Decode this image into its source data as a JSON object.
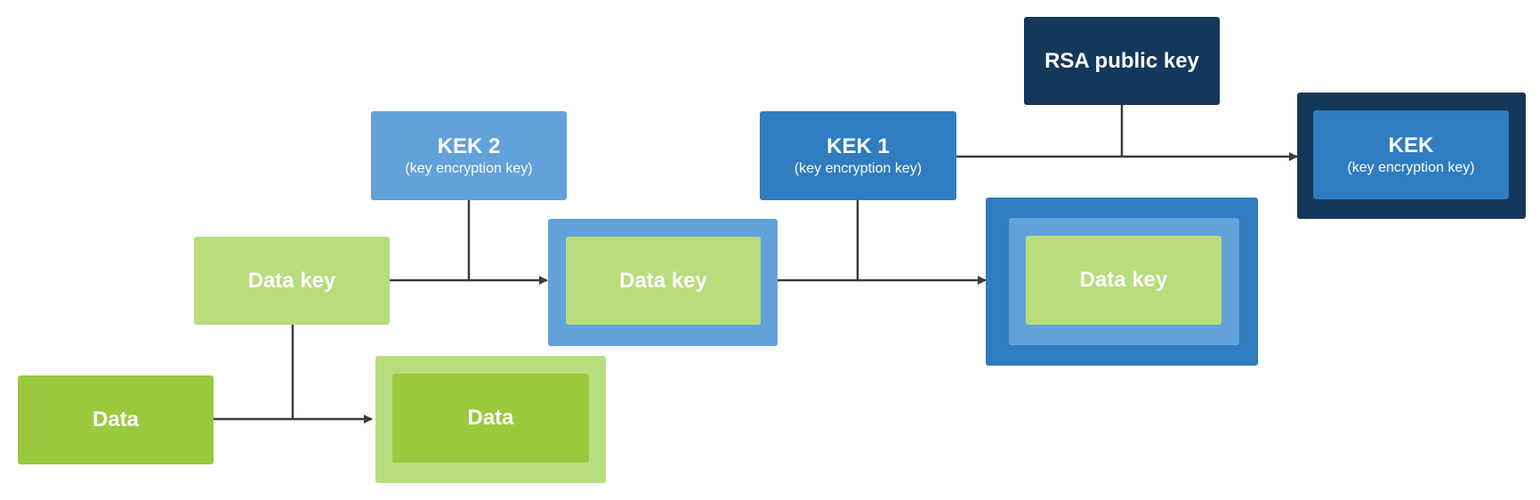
{
  "colors": {
    "data_green": "#9ac93e",
    "light_green": "#b9dc7d",
    "light_blue": "#63a1db",
    "mid_blue": "#2f7cc1",
    "navy": "#14385b",
    "connector": "#3b3b3b"
  },
  "nodes": {
    "data_plain": {
      "label": "Data"
    },
    "data_encrypted": {
      "label": "Data"
    },
    "data_key_plain": {
      "label": "Data key"
    },
    "data_key_wrapped_once": {
      "label": "Data key"
    },
    "data_key_wrapped_twice": {
      "label": "Data key"
    },
    "kek2": {
      "label": "KEK 2",
      "sublabel": "(key encryption key)"
    },
    "kek1": {
      "label": "KEK 1",
      "sublabel": "(key encryption key)"
    },
    "rsa_public_key": {
      "label": "RSA public key"
    },
    "kek_wrapped": {
      "label": "KEK",
      "sublabel": "(key encryption key)"
    }
  }
}
